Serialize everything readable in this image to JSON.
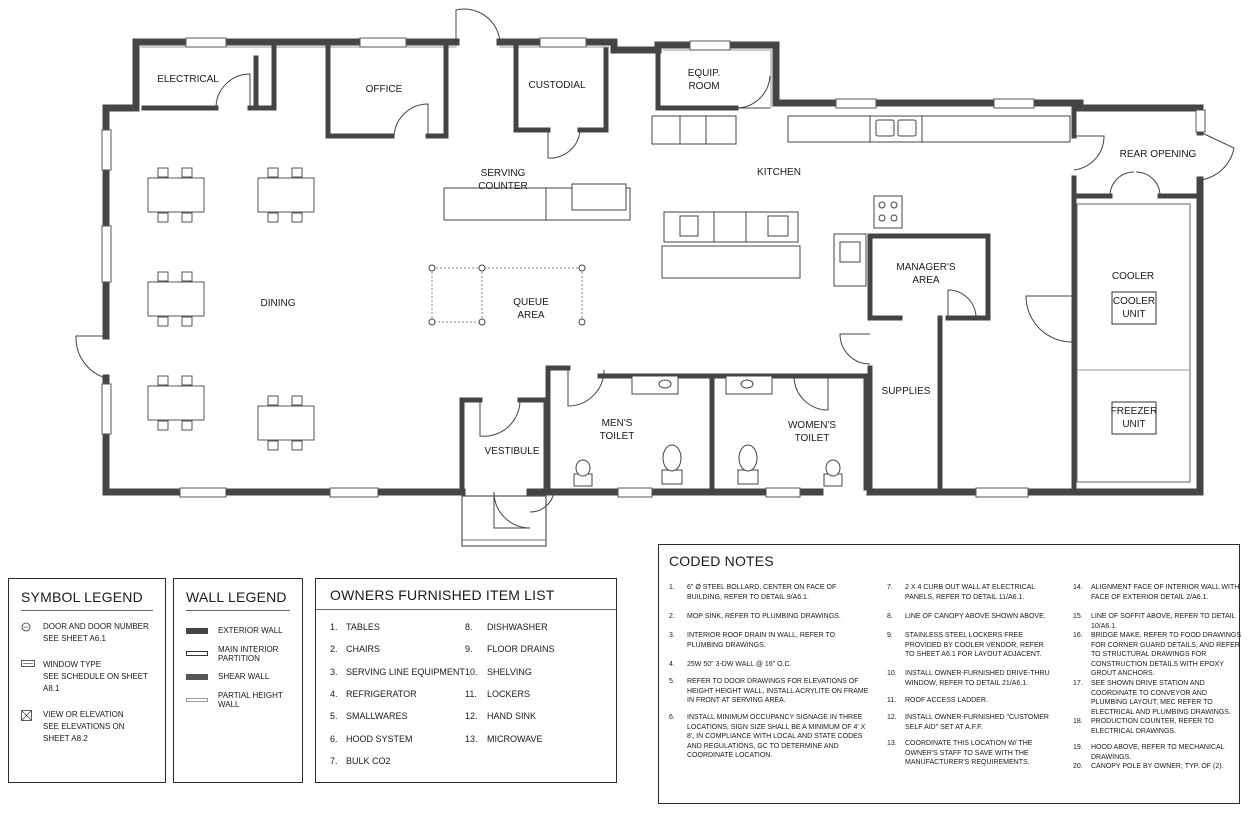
{
  "rooms": {
    "electrical": "ELECTRICAL",
    "office": "OFFICE",
    "custodial": "CUSTODIAL",
    "equip_l1": "EQUIP.",
    "equip_l2": "ROOM",
    "rear_opening": "REAR OPENING",
    "serving_l1": "SERVING",
    "serving_l2": "COUNTER",
    "kitchen": "KITCHEN",
    "dining": "DINING",
    "queue_l1": "QUEUE",
    "queue_l2": "AREA",
    "manager_l1": "MANAGER'S",
    "manager_l2": "AREA",
    "cooler": "COOLER",
    "cooler_unit_l1": "COOLER",
    "cooler_unit_l2": "UNIT",
    "freezer_unit_l1": "FREEZER",
    "freezer_unit_l2": "UNIT",
    "supplies": "SUPPLIES",
    "mens_l1": "MEN'S",
    "mens_l2": "TOILET",
    "womens_l1": "WOMEN'S",
    "womens_l2": "TOILET",
    "vestibule": "VESTIBULE"
  },
  "symbol_legend": {
    "title": "SYMBOL LEGEND",
    "items": [
      {
        "icon": "door-number-symbol",
        "line1": "DOOR AND DOOR NUMBER",
        "line2": "SEE SHEET A6.1"
      },
      {
        "icon": "window-type-symbol",
        "line1": "WINDOW TYPE",
        "line2": "SEE SCHEDULE ON SHEET A8.1"
      },
      {
        "icon": "view-elevation-symbol",
        "line1": "VIEW OR ELEVATION",
        "line2": "SEE ELEVATIONS ON SHEET A8.2"
      }
    ]
  },
  "wall_legend": {
    "title": "WALL LEGEND",
    "items": [
      {
        "label": "EXTERIOR WALL",
        "style": "exterior"
      },
      {
        "label": "MAIN INTERIOR PARTITION",
        "style": "interior"
      },
      {
        "label": "SHEAR WALL",
        "style": "shear"
      },
      {
        "label": "PARTIAL HEIGHT WALL",
        "style": "partial"
      }
    ]
  },
  "owners_list": {
    "title": "OWNERS FURNISHED ITEM LIST",
    "items": [
      {
        "n": "1.",
        "t": "TABLES"
      },
      {
        "n": "8.",
        "t": "DISHWASHER"
      },
      {
        "n": "2.",
        "t": "CHAIRS"
      },
      {
        "n": "9.",
        "t": "FLOOR DRAINS"
      },
      {
        "n": "3.",
        "t": "SERVING LINE EQUIPMENT"
      },
      {
        "n": "10.",
        "t": "SHELVING"
      },
      {
        "n": "4.",
        "t": "REFRIGERATOR"
      },
      {
        "n": "11.",
        "t": "LOCKERS"
      },
      {
        "n": "5.",
        "t": "SMALLWARES"
      },
      {
        "n": "12.",
        "t": "HAND SINK"
      },
      {
        "n": "6.",
        "t": "HOOD SYSTEM"
      },
      {
        "n": "13.",
        "t": "MICROWAVE"
      },
      {
        "n": "7.",
        "t": "BULK CO2"
      }
    ]
  },
  "coded_notes": {
    "title": "CODED NOTES",
    "col1": [
      {
        "n": "1.",
        "t": "6\" Ø STEEL BOLLARD, CENTER ON FACE OF BUILDING, REFER TO DETAIL 9/A6.1."
      },
      {
        "n": "2.",
        "t": "MOP SINK, REFER TO PLUMBING DRAWINGS."
      },
      {
        "n": "3.",
        "t": "INTERIOR ROOF DRAIN IN WALL, REFER TO PLUMBING DRAWINGS."
      },
      {
        "n": "4.",
        "t": "25W 50\" 3-DW WALL @ 16\" O.C."
      },
      {
        "n": "5.",
        "t": "REFER TO DOOR DRAWINGS FOR ELEVATIONS OF HEIGHT HEIGHT WALL, INSTALL ACRYLITE ON FRAME IN FRONT AT SERVING AREA."
      },
      {
        "n": "6.",
        "t": "INSTALL MINIMUM OCCUPANCY SIGNAGE IN THREE LOCATIONS, SIGN SIZE SHALL BE A MINIMUM OF 4' X 8', IN COMPLIANCE WITH LOCAL AND STATE CODES AND REGULATIONS, GC TO DETERMINE AND COORDINATE LOCATION."
      }
    ],
    "col2": [
      {
        "n": "7.",
        "t": "2 X 4 CURB OUT WALL AT ELECTRICAL PANELS, REFER TO DETAIL 11/A6.1."
      },
      {
        "n": "8.",
        "t": "LINE OF CANOPY ABOVE SHOWN ABOVE."
      },
      {
        "n": "9.",
        "t": "STAINLESS STEEL LOCKERS FREE PROVIDED BY COOLER VENDOR, REFER TO SHEET A6.1 FOR LAYOUT ADJACENT."
      },
      {
        "n": "10.",
        "t": "INSTALL OWNER-FURNISHED DRIVE-THRU WINDOW, REFER TO DETAIL 21/A6.1."
      },
      {
        "n": "11.",
        "t": "ROOF ACCESS LADDER."
      },
      {
        "n": "12.",
        "t": "INSTALL OWNER-FURNISHED \"CUSTOMER SELF AID\" SET AT A.F.F."
      },
      {
        "n": "13.",
        "t": "COORDINATE THIS LOCATION W/ THE OWNER'S STAFF TO SAVE WITH THE MANUFACTURER'S REQUIREMENTS."
      }
    ],
    "col3": [
      {
        "n": "14.",
        "t": "ALIGNMENT FACE OF INTERIOR WALL WITH FACE OF EXTERIOR DETAIL 2/A6.1."
      },
      {
        "n": "15.",
        "t": "LINE OF SOFFIT ABOVE, REFER TO DETAIL 10/A6.1."
      },
      {
        "n": "16.",
        "t": "BRIDGE MAKE, REFER TO FOOD DRAWINGS FOR CORNER GUARD DETAILS, AND REFER TO STRUCTURAL DRAWINGS FOR CONSTRUCTION DETAILS WITH EPOXY GROUT ANCHORS."
      },
      {
        "n": "17.",
        "t": "SEE SHOWN DRIVE STATION AND COORDINATE TO CONVEYOR AND PLUMBING LAYOUT, MEC REFER TO ELECTRICAL AND PLUMBING DRAWINGS."
      },
      {
        "n": "18.",
        "t": "PRODUCTION COUNTER, REFER TO ELECTRICAL DRAWINGS."
      },
      {
        "n": "19.",
        "t": "HOOD ABOVE, REFER TO MECHANICAL DRAWINGS."
      },
      {
        "n": "20.",
        "t": "CANOPY POLE BY OWNER, TYP. OF (2)."
      }
    ]
  }
}
